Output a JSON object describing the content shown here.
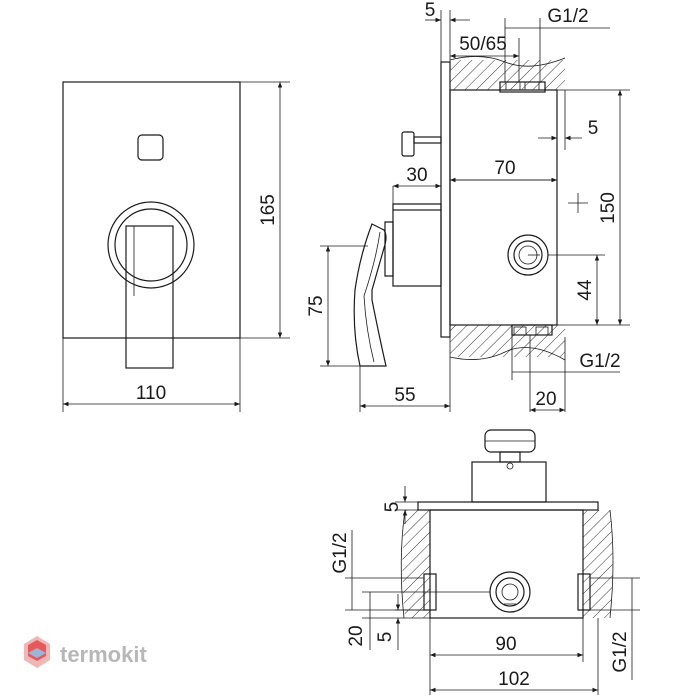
{
  "labels": {
    "front_width": "110",
    "front_height": "165",
    "top_5": "5",
    "top_g12": "G1/2",
    "top_5065": "50/65",
    "side_5": "5",
    "side_70": "70",
    "side_30": "30",
    "side_150": "150",
    "side_44": "44",
    "side_75": "75",
    "side_55": "55",
    "side_g12_bottom": "G1/2",
    "side_20": "20",
    "plan_5": "5",
    "plan_g12_left": "G1/2",
    "plan_20": "20",
    "plan_5b": "5",
    "plan_90": "90",
    "plan_102": "102",
    "plan_g12_right": "G1/2"
  },
  "watermark": {
    "text": "termokit",
    "color": "#b7b7b7",
    "logo_color": "#e85a5a"
  }
}
